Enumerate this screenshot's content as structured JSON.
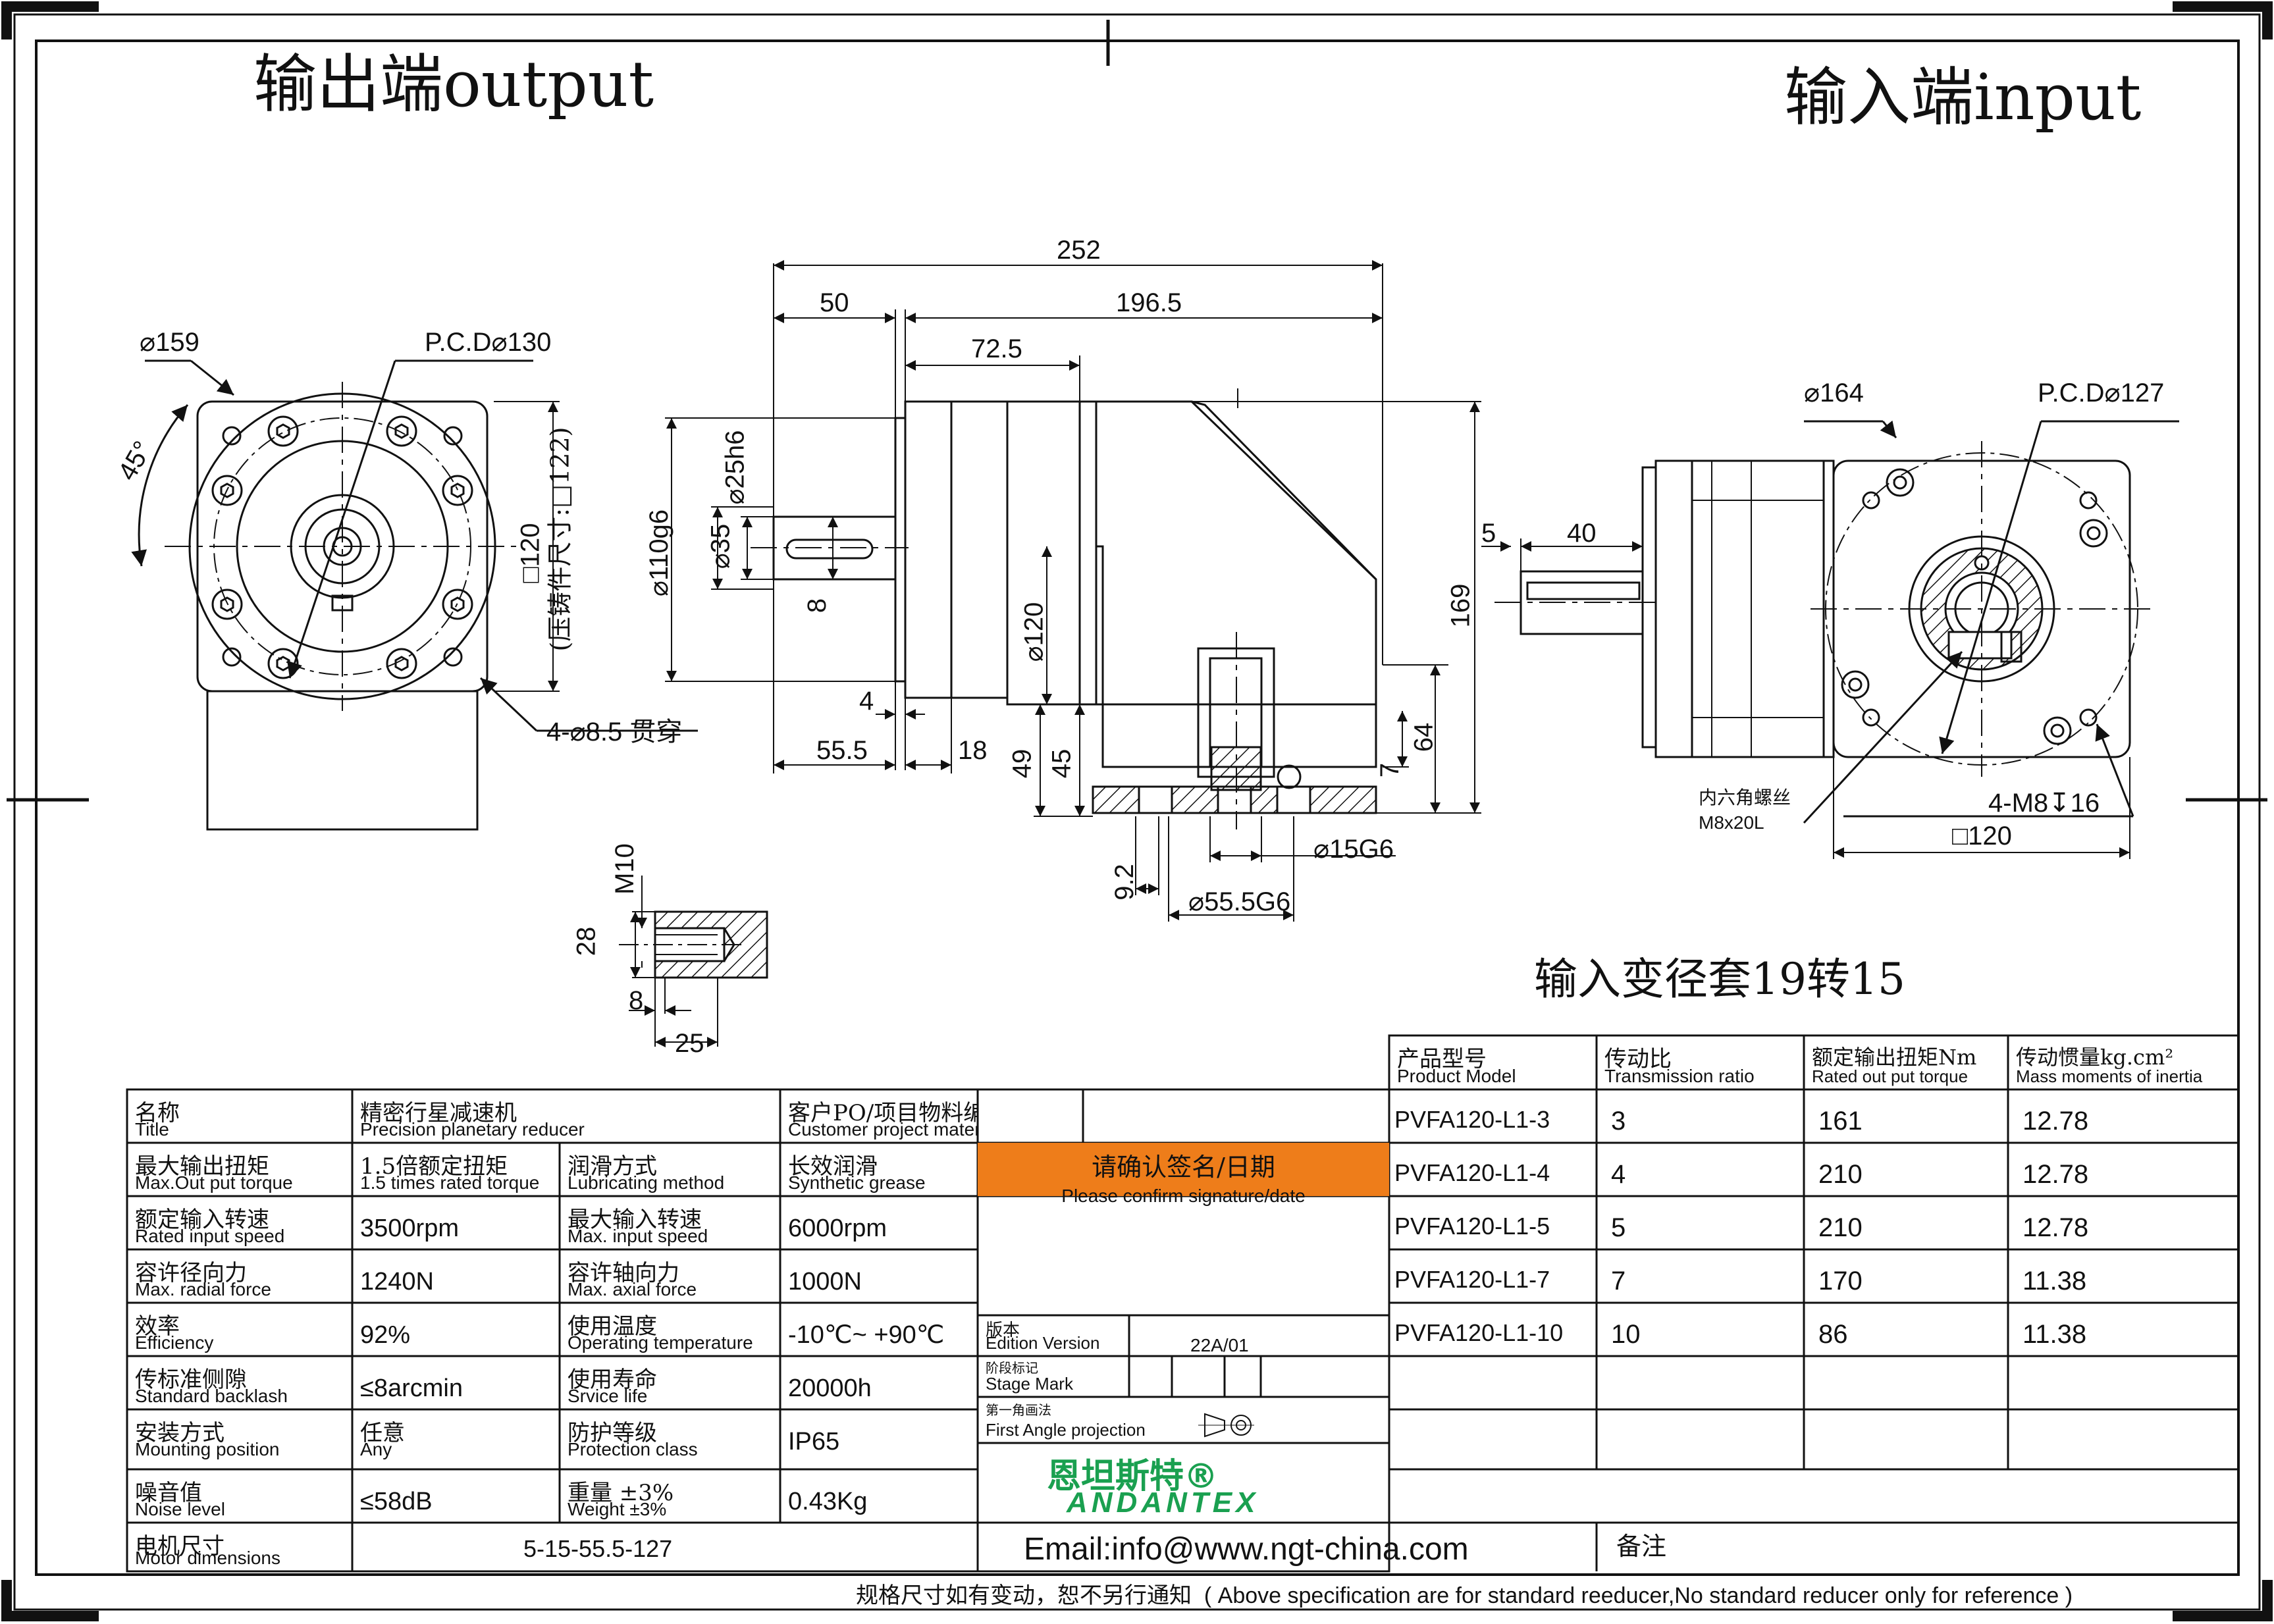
{
  "header": {
    "output_label": "输出端output",
    "input_label": "输入端input"
  },
  "output_view": {
    "dia_159": "⌀159",
    "pcd": "P.C.D⌀130",
    "angle": "45°",
    "sq_120": "□120",
    "cast_note": "(压铸件尺寸:□122)",
    "holes": "4-⌀8.5 贯穿"
  },
  "side_view": {
    "d252": "252",
    "d50": "50",
    "d1965": "196.5",
    "d725": "72.5",
    "d25": "⌀25h6",
    "d35": "⌀35",
    "d110": "⌀110g6",
    "d8": "8",
    "d120": "⌀120",
    "d169": "169",
    "d4": "4",
    "d555": "55.5",
    "d18": "18",
    "d49": "49",
    "d45": "45",
    "d64": "64",
    "d7": "7",
    "d15": "⌀15G6",
    "d92": "9.2",
    "d555g6": "⌀55.5G6",
    "d5": "5",
    "d40": "40"
  },
  "detail": {
    "m10": "M10",
    "d28": "28",
    "d8": "8",
    "d25": "25"
  },
  "input_view": {
    "dia_164": "⌀164",
    "pcd": "P.C.D⌀127",
    "hex_screw_cn": "内六角螺丝",
    "hex_screw": "M8x20L",
    "holes": "4-M8↧16",
    "sq_120": "□120"
  },
  "bushing_note": "输入变径套19转15",
  "model_table": {
    "headers": [
      {
        "cn": "产品型号",
        "en": "Product Model"
      },
      {
        "cn": "传动比",
        "en": "Transmission ratio"
      },
      {
        "cn": "额定输出扭矩Nm",
        "en": "Rated out put torque"
      },
      {
        "cn": "传动惯量kg.cm²",
        "en": "Mass moments of inertia"
      }
    ],
    "rows": [
      [
        "PVFA120-L1-3",
        "3",
        "161",
        "12.78"
      ],
      [
        "PVFA120-L1-4",
        "4",
        "210",
        "12.78"
      ],
      [
        "PVFA120-L1-5",
        "5",
        "210",
        "12.78"
      ],
      [
        "PVFA120-L1-7",
        "7",
        "170",
        "11.38"
      ],
      [
        "PVFA120-L1-10",
        "10",
        "86",
        "11.38"
      ]
    ]
  },
  "spec_table": {
    "name_cn": "名称",
    "name_en": "Title",
    "product_cn": "精密行星减速机",
    "product_en": "Precision planetary reducer",
    "customer_cn": "客户PO/项目物料编码",
    "customer_en": "Customer project material code",
    "rows": [
      {
        "a_cn": "最大输出扭矩",
        "a_en": "Max.Out put torque",
        "a_val_cn": "1.5倍额定扭矩",
        "a_val_en": "1.5 times rated torque",
        "b_cn": "润滑方式",
        "b_en": "Lubricating method",
        "b_val_cn": "长效润滑",
        "b_val_en": "Synthetic grease"
      },
      {
        "a_cn": "额定输入转速",
        "a_en": "Rated input speed",
        "a_val": "3500rpm",
        "b_cn": "最大输入转速",
        "b_en": "Max. input speed",
        "b_val": "6000rpm"
      },
      {
        "a_cn": "容许径向力",
        "a_en": "Max. radial force",
        "a_val": "1240N",
        "b_cn": "容许轴向力",
        "b_en": "Max. axial force",
        "b_val": "1000N"
      },
      {
        "a_cn": "效率",
        "a_en": "Efficiency",
        "a_val": "92%",
        "b_cn": "使用温度",
        "b_en": "Operating temperature",
        "b_val": "-10℃~ +90℃"
      },
      {
        "a_cn": "传标准侧隙",
        "a_en": "Standard backlash",
        "a_val": "≤8arcmin",
        "b_cn": "使用寿命",
        "b_en": "Srvice life",
        "b_val": "20000h"
      },
      {
        "a_cn": "安装方式",
        "a_en": "Mounting position",
        "a_val_cn": "任意",
        "a_val_en": "Any",
        "b_cn": "防护等级",
        "b_en": "Protection class",
        "b_val": "IP65"
      },
      {
        "a_cn": "噪音值",
        "a_en": "Noise level",
        "a_val": "≤58dB",
        "b_cn": "重量 ±3%",
        "b_en": "Weight ±3%",
        "b_val": "0.43Kg"
      }
    ],
    "motor_cn": "电机尺寸",
    "motor_en": "Motor dimensions",
    "motor_val": "5-15-55.5-127",
    "confirm_cn": "请确认签名/日期",
    "confirm_en": "Please confirm signature/date",
    "edition_cn": "版本",
    "edition_en": "Edition Version",
    "edition_val": "22A/01",
    "stage_cn": "阶段标记",
    "stage_en": "Stage Mark",
    "projection_cn": "第一角画法",
    "projection_en": "First Angle projection",
    "logo_cn": "恩坦斯特®",
    "logo_en": "ANDANTEX",
    "email": "Email:info@www.ngt-china.com",
    "remark": "备注",
    "footer_cn": "规格尺寸如有变动，恕不另行通知",
    "footer_en": "( Above specification are for standard reeducer,No standard reducer only for reference )"
  },
  "colors": {
    "accent_orange": "#ee7d1a",
    "brand_green": "#1aa050",
    "line": "#111111"
  }
}
